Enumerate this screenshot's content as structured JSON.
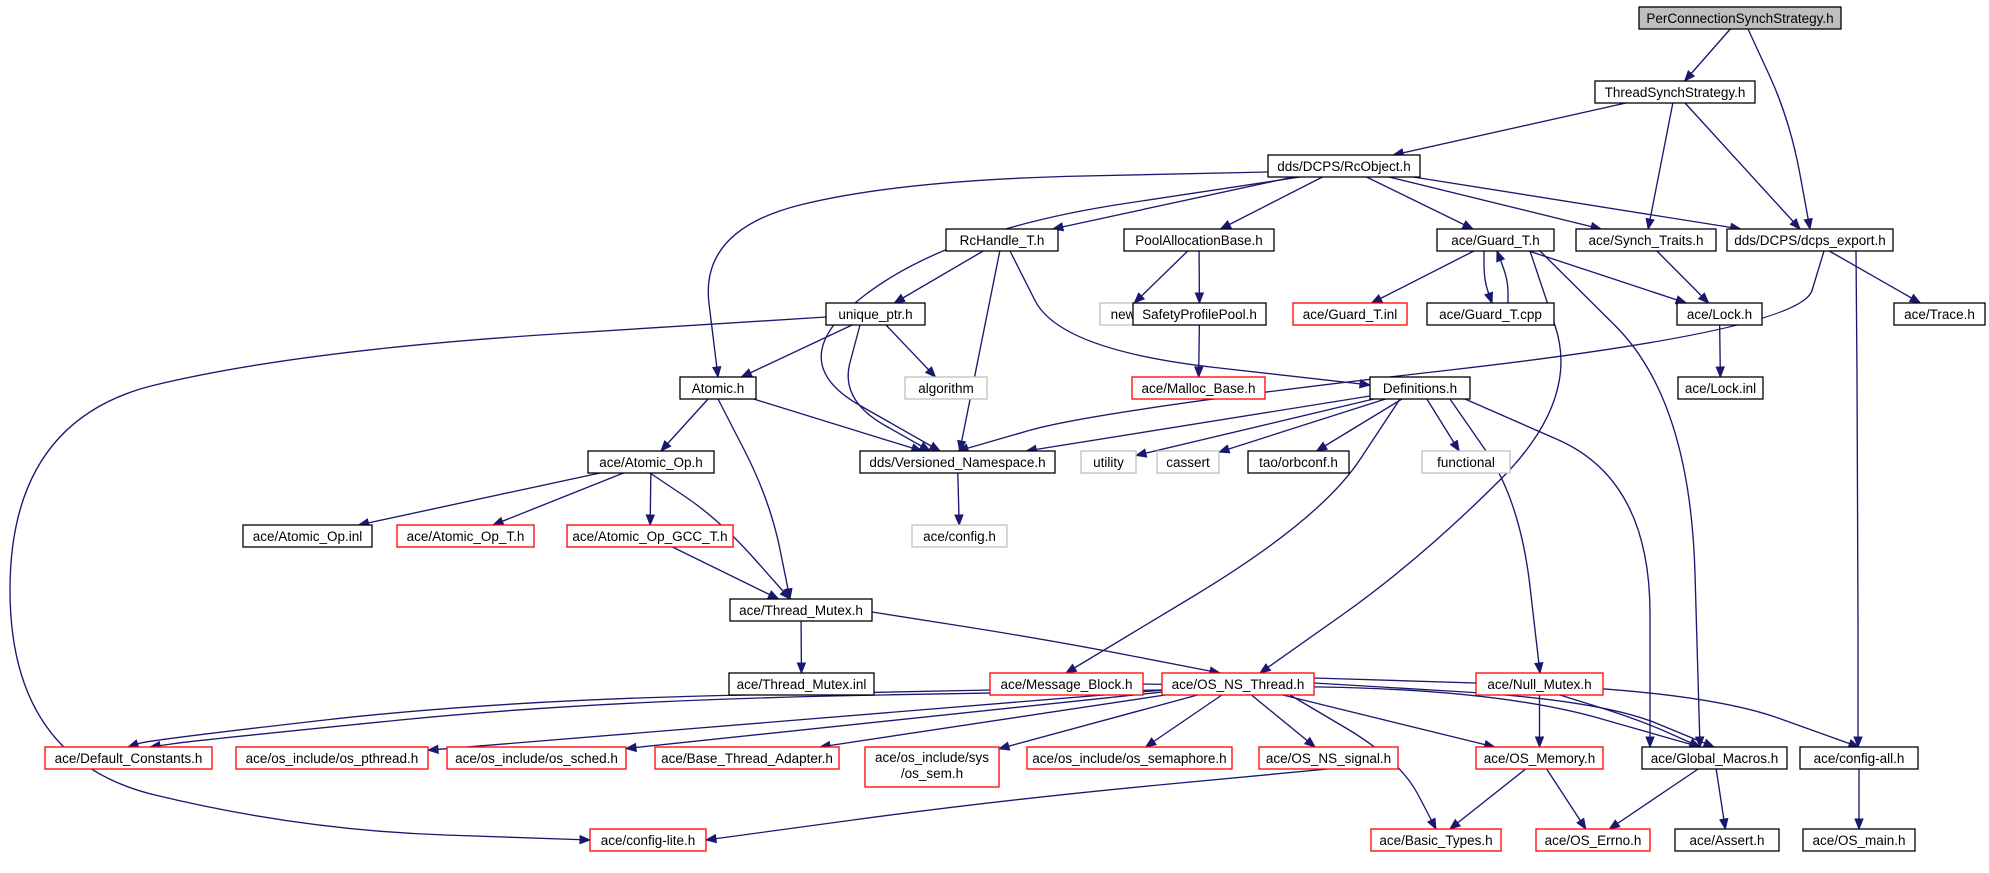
{
  "graph": {
    "colors": {
      "edge": "#191970",
      "root_fill": "#bfbfbf",
      "normal_border": "#000000",
      "truncated_border": "#ff0000",
      "external_border": "#bfbfbf",
      "external_text": "#808080",
      "node_fill": "#ffffff"
    },
    "nodes": [
      {
        "id": "pcss",
        "label": "PerConnectionSynchStrategy.h",
        "kind": "root"
      },
      {
        "id": "tss",
        "label": "ThreadSynchStrategy.h",
        "kind": "normal"
      },
      {
        "id": "rco",
        "label": "dds/DCPS/RcObject.h",
        "kind": "normal"
      },
      {
        "id": "dexp",
        "label": "dds/DCPS/dcps_export.h",
        "kind": "normal"
      },
      {
        "id": "synch",
        "label": "ace/Synch_Traits.h",
        "kind": "normal"
      },
      {
        "id": "rch",
        "label": "RcHandle_T.h",
        "kind": "normal"
      },
      {
        "id": "pab",
        "label": "PoolAllocationBase.h",
        "kind": "normal"
      },
      {
        "id": "guard",
        "label": "ace/Guard_T.h",
        "kind": "normal"
      },
      {
        "id": "trace",
        "label": "ace/Trace.h",
        "kind": "normal"
      },
      {
        "id": "new",
        "label": "new",
        "kind": "external"
      },
      {
        "id": "spp",
        "label": "SafetyProfilePool.h",
        "kind": "normal"
      },
      {
        "id": "guardinl",
        "label": "ace/Guard_T.inl",
        "kind": "truncated"
      },
      {
        "id": "guardcpp",
        "label": "ace/Guard_T.cpp",
        "kind": "normal"
      },
      {
        "id": "lock",
        "label": "ace/Lock.h",
        "kind": "normal"
      },
      {
        "id": "uptr",
        "label": "unique_ptr.h",
        "kind": "normal"
      },
      {
        "id": "malloc",
        "label": "ace/Malloc_Base.h",
        "kind": "truncated"
      },
      {
        "id": "lockinl",
        "label": "ace/Lock.inl",
        "kind": "normal"
      },
      {
        "id": "atomic",
        "label": "Atomic.h",
        "kind": "normal"
      },
      {
        "id": "algo",
        "label": "algorithm",
        "kind": "external"
      },
      {
        "id": "defs",
        "label": "Definitions.h",
        "kind": "normal"
      },
      {
        "id": "aop",
        "label": "ace/Atomic_Op.h",
        "kind": "normal"
      },
      {
        "id": "vns",
        "label": "dds/Versioned_Namespace.h",
        "kind": "normal"
      },
      {
        "id": "utility",
        "label": "utility",
        "kind": "external"
      },
      {
        "id": "cassert",
        "label": "cassert",
        "kind": "external"
      },
      {
        "id": "orbconf",
        "label": "tao/orbconf.h",
        "kind": "normal"
      },
      {
        "id": "functional",
        "label": "functional",
        "kind": "external"
      },
      {
        "id": "aopinl",
        "label": "ace/Atomic_Op.inl",
        "kind": "normal"
      },
      {
        "id": "aopt",
        "label": "ace/Atomic_Op_T.h",
        "kind": "truncated"
      },
      {
        "id": "aopgcc",
        "label": "ace/Atomic_Op_GCC_T.h",
        "kind": "truncated"
      },
      {
        "id": "config",
        "label": "ace/config.h",
        "kind": "external"
      },
      {
        "id": "tmutex",
        "label": "ace/Thread_Mutex.h",
        "kind": "normal"
      },
      {
        "id": "tmutexinl",
        "label": "ace/Thread_Mutex.inl",
        "kind": "normal"
      },
      {
        "id": "msgblock",
        "label": "ace/Message_Block.h",
        "kind": "truncated"
      },
      {
        "id": "osnsthread",
        "label": "ace/OS_NS_Thread.h",
        "kind": "truncated"
      },
      {
        "id": "nullmutex",
        "label": "ace/Null_Mutex.h",
        "kind": "truncated"
      },
      {
        "id": "defconst",
        "label": "ace/Default_Constants.h",
        "kind": "truncated"
      },
      {
        "id": "pthread",
        "label": "ace/os_include/os_pthread.h",
        "kind": "truncated"
      },
      {
        "id": "sched",
        "label": "ace/os_include/os_sched.h",
        "kind": "truncated"
      },
      {
        "id": "bta",
        "label": "ace/Base_Thread_Adapter.h",
        "kind": "truncated"
      },
      {
        "id": "ossem",
        "label": "ace/os_include/sys\n/os_sem.h",
        "kind": "truncated"
      },
      {
        "id": "semaphore",
        "label": "ace/os_include/os_semaphore.h",
        "kind": "truncated"
      },
      {
        "id": "signal",
        "label": "ace/OS_NS_signal.h",
        "kind": "truncated"
      },
      {
        "id": "osmem",
        "label": "ace/OS_Memory.h",
        "kind": "truncated"
      },
      {
        "id": "gmacros",
        "label": "ace/Global_Macros.h",
        "kind": "normal"
      },
      {
        "id": "configall",
        "label": "ace/config-all.h",
        "kind": "normal"
      },
      {
        "id": "configlite",
        "label": "ace/config-lite.h",
        "kind": "truncated"
      },
      {
        "id": "basictypes",
        "label": "ace/Basic_Types.h",
        "kind": "truncated"
      },
      {
        "id": "oserrno",
        "label": "ace/OS_Errno.h",
        "kind": "truncated"
      },
      {
        "id": "assert",
        "label": "ace/Assert.h",
        "kind": "normal"
      },
      {
        "id": "osmain",
        "label": "ace/OS_main.h",
        "kind": "normal"
      }
    ],
    "edges": [
      [
        "pcss",
        "tss"
      ],
      [
        "pcss",
        "dexp"
      ],
      [
        "tss",
        "rco"
      ],
      [
        "tss",
        "synch"
      ],
      [
        "tss",
        "dexp"
      ],
      [
        "rco",
        "rch"
      ],
      [
        "rco",
        "pab"
      ],
      [
        "rco",
        "guard"
      ],
      [
        "rco",
        "synch"
      ],
      [
        "rco",
        "dexp"
      ],
      [
        "rco",
        "atomic"
      ],
      [
        "rco",
        "vns"
      ],
      [
        "dexp",
        "trace"
      ],
      [
        "dexp",
        "vns"
      ],
      [
        "dexp",
        "configall"
      ],
      [
        "synch",
        "lock"
      ],
      [
        "rch",
        "uptr"
      ],
      [
        "rch",
        "vns"
      ],
      [
        "rch",
        "defs"
      ],
      [
        "pab",
        "new"
      ],
      [
        "pab",
        "spp"
      ],
      [
        "spp",
        "malloc"
      ],
      [
        "guard",
        "guardinl"
      ],
      [
        "guard",
        "guardcpp"
      ],
      [
        "guardcpp",
        "guard"
      ],
      [
        "guard",
        "lock"
      ],
      [
        "guard",
        "osnsthread"
      ],
      [
        "guard",
        "gmacros"
      ],
      [
        "lock",
        "lockinl"
      ],
      [
        "uptr",
        "atomic"
      ],
      [
        "uptr",
        "algo"
      ],
      [
        "uptr",
        "vns"
      ],
      [
        "uptr",
        "configlite"
      ],
      [
        "atomic",
        "aop"
      ],
      [
        "atomic",
        "tmutex"
      ],
      [
        "atomic",
        "vns"
      ],
      [
        "defs",
        "vns"
      ],
      [
        "defs",
        "utility"
      ],
      [
        "defs",
        "cassert"
      ],
      [
        "defs",
        "orbconf"
      ],
      [
        "defs",
        "functional"
      ],
      [
        "defs",
        "msgblock"
      ],
      [
        "defs",
        "nullmutex"
      ],
      [
        "defs",
        "gmacros"
      ],
      [
        "aop",
        "aopinl"
      ],
      [
        "aop",
        "aopt"
      ],
      [
        "aop",
        "aopgcc"
      ],
      [
        "aop",
        "tmutex"
      ],
      [
        "aopgcc",
        "tmutex"
      ],
      [
        "vns",
        "config"
      ],
      [
        "tmutex",
        "tmutexinl"
      ],
      [
        "tmutex",
        "osnsthread"
      ],
      [
        "msgblock",
        "defconst"
      ],
      [
        "msgblock",
        "gmacros"
      ],
      [
        "osnsthread",
        "defconst"
      ],
      [
        "osnsthread",
        "pthread"
      ],
      [
        "osnsthread",
        "sched"
      ],
      [
        "osnsthread",
        "bta"
      ],
      [
        "osnsthread",
        "ossem"
      ],
      [
        "osnsthread",
        "semaphore"
      ],
      [
        "osnsthread",
        "signal"
      ],
      [
        "osnsthread",
        "osmem"
      ],
      [
        "osnsthread",
        "gmacros"
      ],
      [
        "osnsthread",
        "configall"
      ],
      [
        "osnsthread",
        "basictypes"
      ],
      [
        "nullmutex",
        "osmem"
      ],
      [
        "nullmutex",
        "gmacros"
      ],
      [
        "signal",
        "configlite"
      ],
      [
        "osmem",
        "basictypes"
      ],
      [
        "osmem",
        "oserrno"
      ],
      [
        "gmacros",
        "oserrno"
      ],
      [
        "gmacros",
        "assert"
      ],
      [
        "configall",
        "osmain"
      ]
    ]
  }
}
